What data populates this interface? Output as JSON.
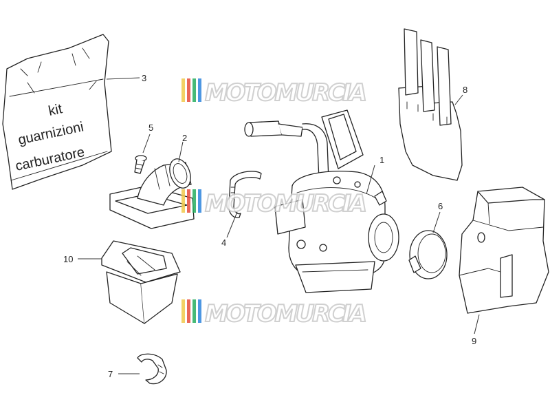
{
  "watermark": {
    "brand": "MOTOMURCIA",
    "stripe_colors": [
      "#f2c94c",
      "#e74c3c",
      "#27ae60",
      "#2e86de"
    ]
  },
  "kit_bag": {
    "line1": "kit",
    "line2": "guarnizioni",
    "line3": "carburatore"
  },
  "callouts": [
    "1",
    "2",
    "3",
    "4",
    "5",
    "6",
    "7",
    "8",
    "9",
    "10"
  ]
}
